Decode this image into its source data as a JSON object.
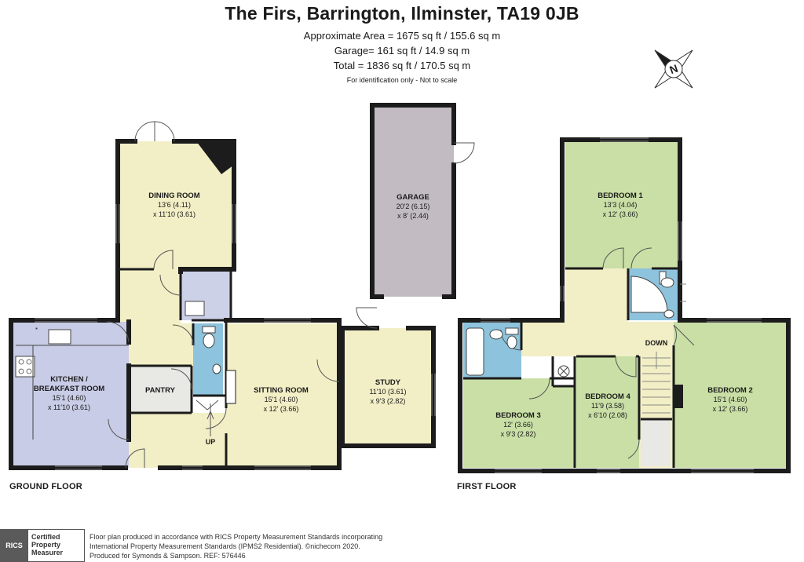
{
  "header": {
    "title": "The Firs, Barrington, Ilminster, TA19 0JB",
    "area_line": "Approximate Area = 1675 sq ft / 155.6 sq m",
    "garage_line": "Garage= 161 sq ft / 14.9 sq m",
    "total_line": "Total = 1836 sq ft / 170.5 sq m",
    "note": "For identification only - Not to scale"
  },
  "compass": {
    "letter": "N",
    "icon": "compass-rose-icon"
  },
  "floors": {
    "ground": "GROUND FLOOR",
    "first": "FIRST FLOOR"
  },
  "rooms": {
    "dining": {
      "name": "DINING ROOM",
      "dim1": "13'6 (4.11)",
      "dim2": "x 11'10 (3.61)"
    },
    "garage": {
      "name": "GARAGE",
      "dim1": "20'2 (6.15)",
      "dim2": "x 8' (2.44)"
    },
    "kitchen": {
      "name1": "KITCHEN /",
      "name2": "BREAKFAST ROOM",
      "dim1": "15'1 (4.60)",
      "dim2": "x 11'10 (3.61)"
    },
    "pantry": {
      "name": "PANTRY"
    },
    "sitting": {
      "name": "SITTING ROOM",
      "dim1": "15'1 (4.60)",
      "dim2": "x 12' (3.66)"
    },
    "study": {
      "name": "STUDY",
      "dim1": "11'10 (3.61)",
      "dim2": "x 9'3 (2.82)"
    },
    "bed1": {
      "name": "BEDROOM 1",
      "dim1": "13'3 (4.04)",
      "dim2": "x 12' (3.66)"
    },
    "bed2": {
      "name": "BEDROOM 2",
      "dim1": "15'1 (4.60)",
      "dim2": "x 12' (3.66)"
    },
    "bed3": {
      "name": "BEDROOM 3",
      "dim1": "12' (3.66)",
      "dim2": "x 9'3 (2.82)"
    },
    "bed4": {
      "name": "BEDROOM 4",
      "dim1": "11'9 (3.58)",
      "dim2": "x 6'10 (2.08)"
    }
  },
  "stairs": {
    "up": "UP",
    "down": "DOWN"
  },
  "colors": {
    "wall": "#1c1c1c",
    "living": "#f2efc6",
    "kitchen": "#c9cce6",
    "bedroom": "#c9dfa6",
    "bathroom": "#8ec3dd",
    "garage": "#c2bcc2",
    "utility": "#cdd1e8",
    "pantry": "#e8e8e4",
    "landing": "#f2efc6"
  },
  "footer": {
    "line1": "Floor plan produced in accordance with RICS Property Measurement Standards incorporating",
    "line2": "International Property Measurement Standards (IPMS2 Residential). ©nichecom 2020.",
    "line3": "Produced for Symonds & Sampson.   REF:  576446",
    "rics_logo": "RICS",
    "cert1": "Certified",
    "cert2": "Property",
    "cert3": "Measurer"
  }
}
